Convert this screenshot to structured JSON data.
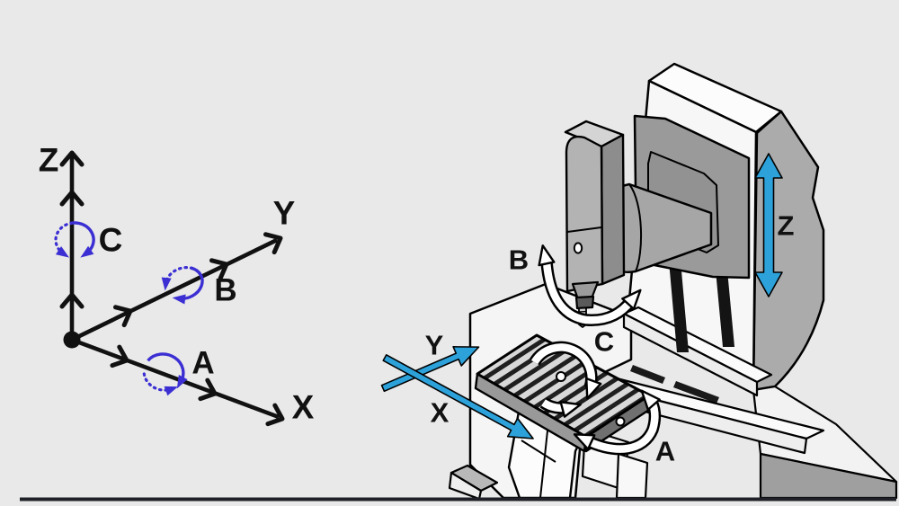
{
  "colors": {
    "background": "#e9e9e9",
    "rotation_arrow_blue": "#3b2fd3",
    "linear_arrow_cyan": "#2da2da",
    "line_black": "#111111",
    "bottom_bar": "#1e2126",
    "machine_white": "#f7f7f7",
    "machine_gray": "#ababab",
    "machine_dark_gray": "#9a9a9a",
    "table_stripe": "#1f1f1f"
  },
  "axis_diagram": {
    "z_label": "Z",
    "y_label": "Y",
    "x_label": "X",
    "a_label": "A",
    "b_label": "B",
    "c_label": "C"
  },
  "machine": {
    "z_label": "Z",
    "y_label": "Y",
    "x_label": "X",
    "a_label": "A",
    "b_label": "B",
    "c_label": "C"
  }
}
